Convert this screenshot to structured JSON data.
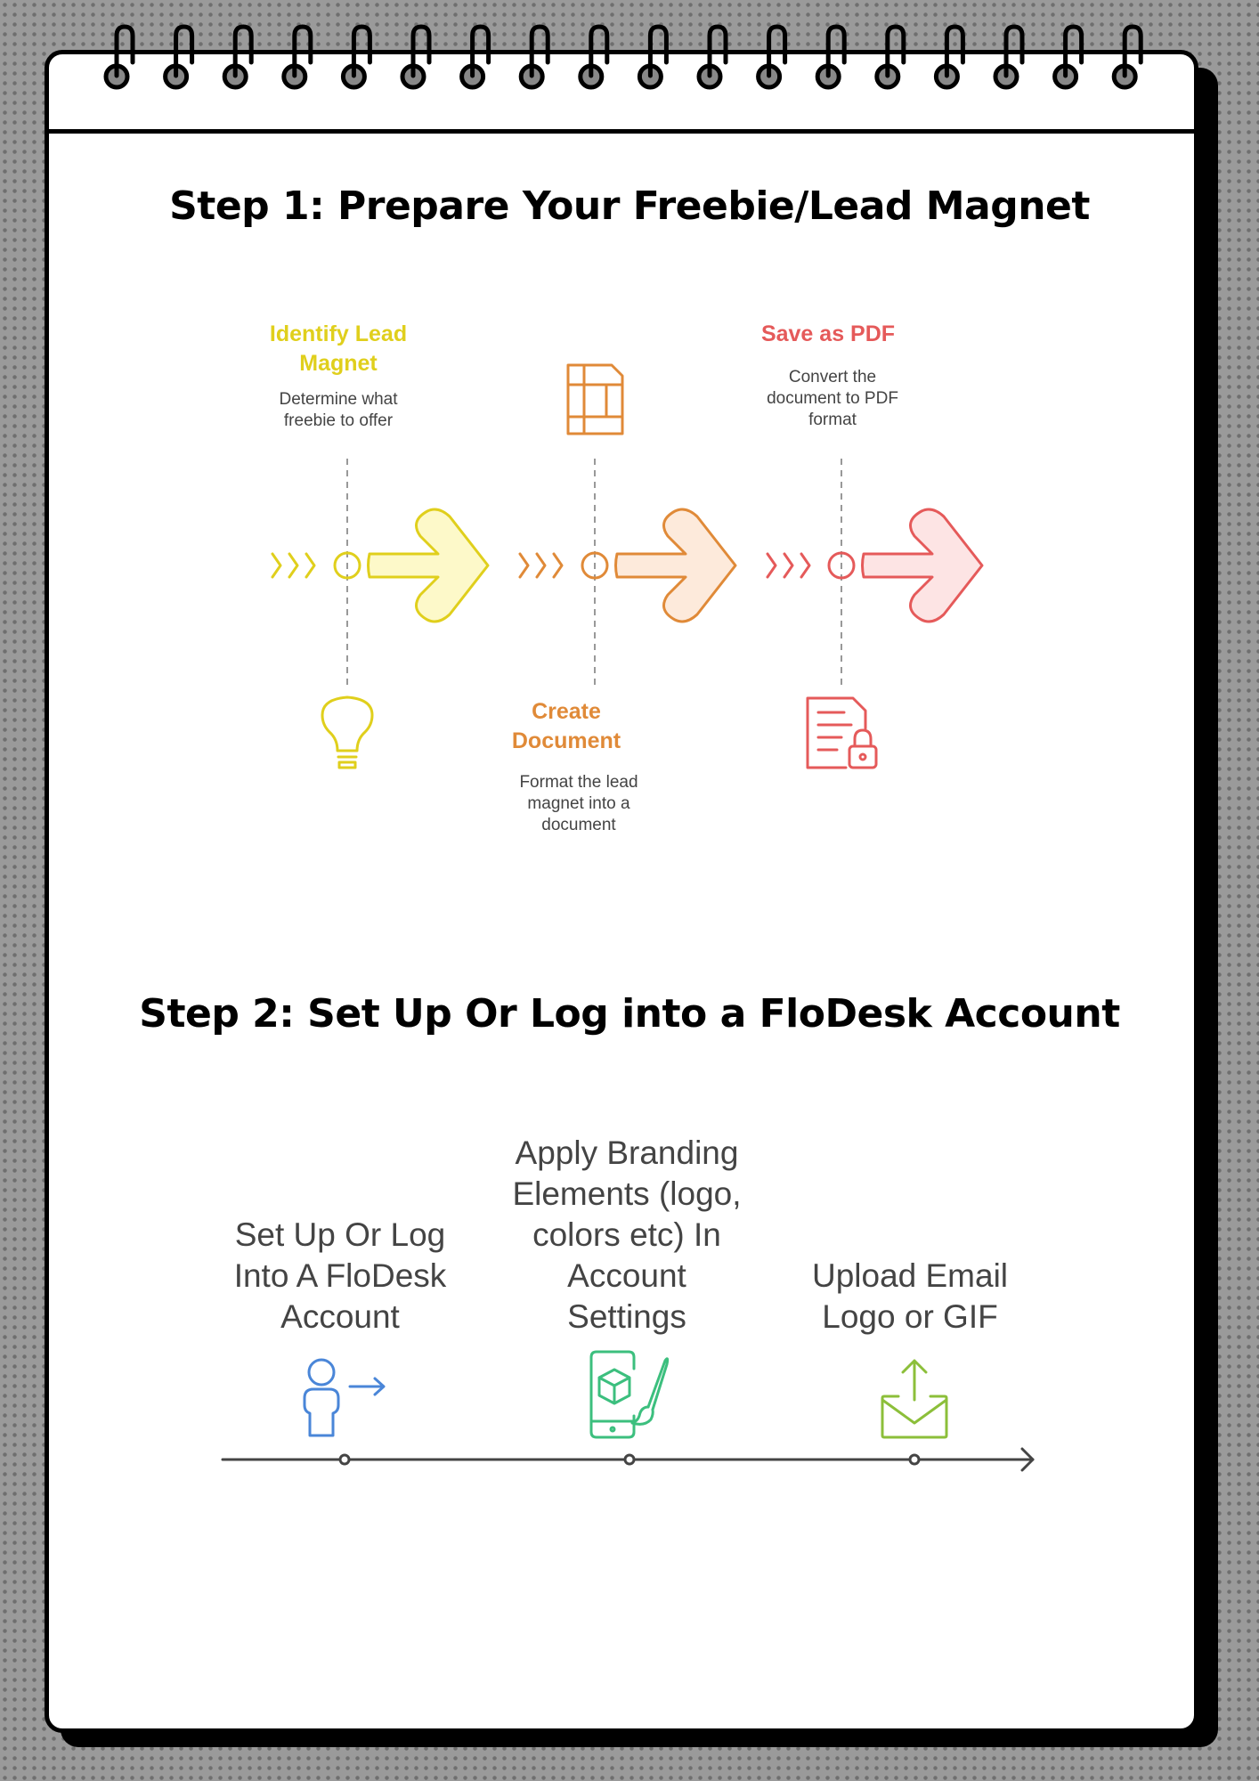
{
  "colors": {
    "yellow": "#e0cf1c",
    "orange": "#e08a38",
    "red": "#e55a5a",
    "blue": "#4a86d8",
    "green": "#3cbf7e",
    "lime": "#8cbf3a",
    "timeline": "#444444"
  },
  "step1": {
    "title": "Step 1: Prepare Your Freebie/Lead Magnet",
    "items": [
      {
        "title_line1": "Identify Lead",
        "title_line2": "Magnet",
        "desc_line1": "Determine what",
        "desc_line2": "freebie to offer",
        "icon": "lightbulb-icon"
      },
      {
        "title_line1": "Create",
        "title_line2": "Document",
        "desc_line1": "Format the lead",
        "desc_line2": "magnet into a",
        "desc_line3": "document",
        "icon": "document-layout-icon"
      },
      {
        "title_line1": "Save as PDF",
        "desc_line1": "Convert the",
        "desc_line2": "document to PDF",
        "desc_line3": "format",
        "icon": "locked-file-icon"
      }
    ]
  },
  "step2": {
    "title": "Step 2: Set Up Or Log into a FloDesk Account",
    "items": [
      {
        "lines": [
          "Set Up Or Log",
          "Into A FloDesk",
          "Account"
        ],
        "icon": "user-login-icon"
      },
      {
        "lines": [
          "Apply Branding",
          "Elements (logo,",
          "colors etc) In",
          "Account",
          "Settings"
        ],
        "icon": "mobile-design-icon"
      },
      {
        "lines": [
          "Upload Email",
          "Logo or GIF"
        ],
        "icon": "mail-upload-icon"
      }
    ]
  }
}
